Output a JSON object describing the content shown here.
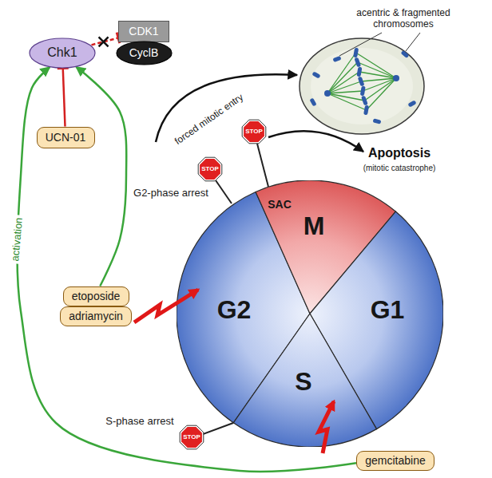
{
  "diagram": {
    "nodes": [
      {
        "text": [
          "Chk1"
        ]
      },
      {
        "text": [
          "CDK1"
        ]
      },
      {
        "text": [
          "CyclB"
        ]
      },
      {
        "text": [
          "UCN-01"
        ]
      },
      {
        "text": [
          "G2"
        ]
      },
      {
        "text": [
          "SAC",
          "M"
        ]
      },
      {
        "text": [
          "G1"
        ]
      },
      {
        "text": [
          "S"
        ]
      },
      {
        "text": [
          "etoposide"
        ]
      },
      {
        "text": [
          "adriamycin"
        ]
      },
      {
        "text": [
          "gemcitabine"
        ]
      }
    ],
    "edges": [
      {
        "from": 3,
        "to": 0,
        "arrow": "to"
      },
      {
        "from": 0,
        "to": 1,
        "arrow": "to"
      },
      {
        "from": 8,
        "to": 0,
        "arrow": "to"
      },
      {
        "from": 10,
        "to": 0,
        "arrow": "to",
        "label": "activation"
      }
    ],
    "labels": [
      "acentric & fragmented chromosomes",
      "forced mitotic entry",
      "STOP",
      "STOP",
      "G2-phase arrest",
      "Apoptosis",
      "(mitotic catastrophe)",
      "STOP",
      "S-phase arrest"
    ]
  }
}
